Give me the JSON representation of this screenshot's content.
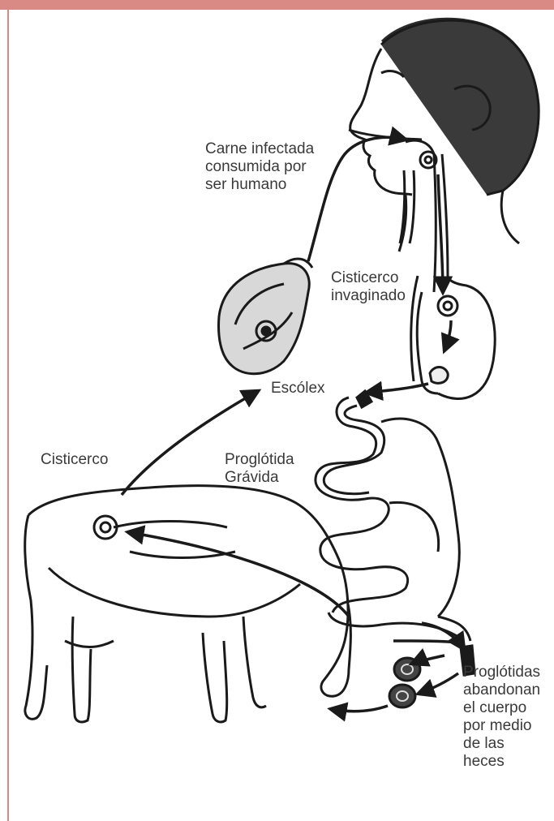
{
  "labels": {
    "carne": [
      "Carne infectada",
      "consumida por",
      "ser humano"
    ],
    "cisticerco_invaginado": [
      "Cisticerco",
      "invaginado"
    ],
    "escolex": "Escólex",
    "cisticerco": "Cisticerco",
    "proglotida_gravida": [
      "Proglótida",
      "Grávida"
    ],
    "proglotidas_abandonan": [
      "Proglótidas",
      "abandonan",
      "el cuerpo",
      "por medio",
      "de las",
      "heces"
    ]
  },
  "colors": {
    "frame": "#d98a85",
    "ink": "#1a1a1a",
    "text": "#3a3a3a"
  }
}
